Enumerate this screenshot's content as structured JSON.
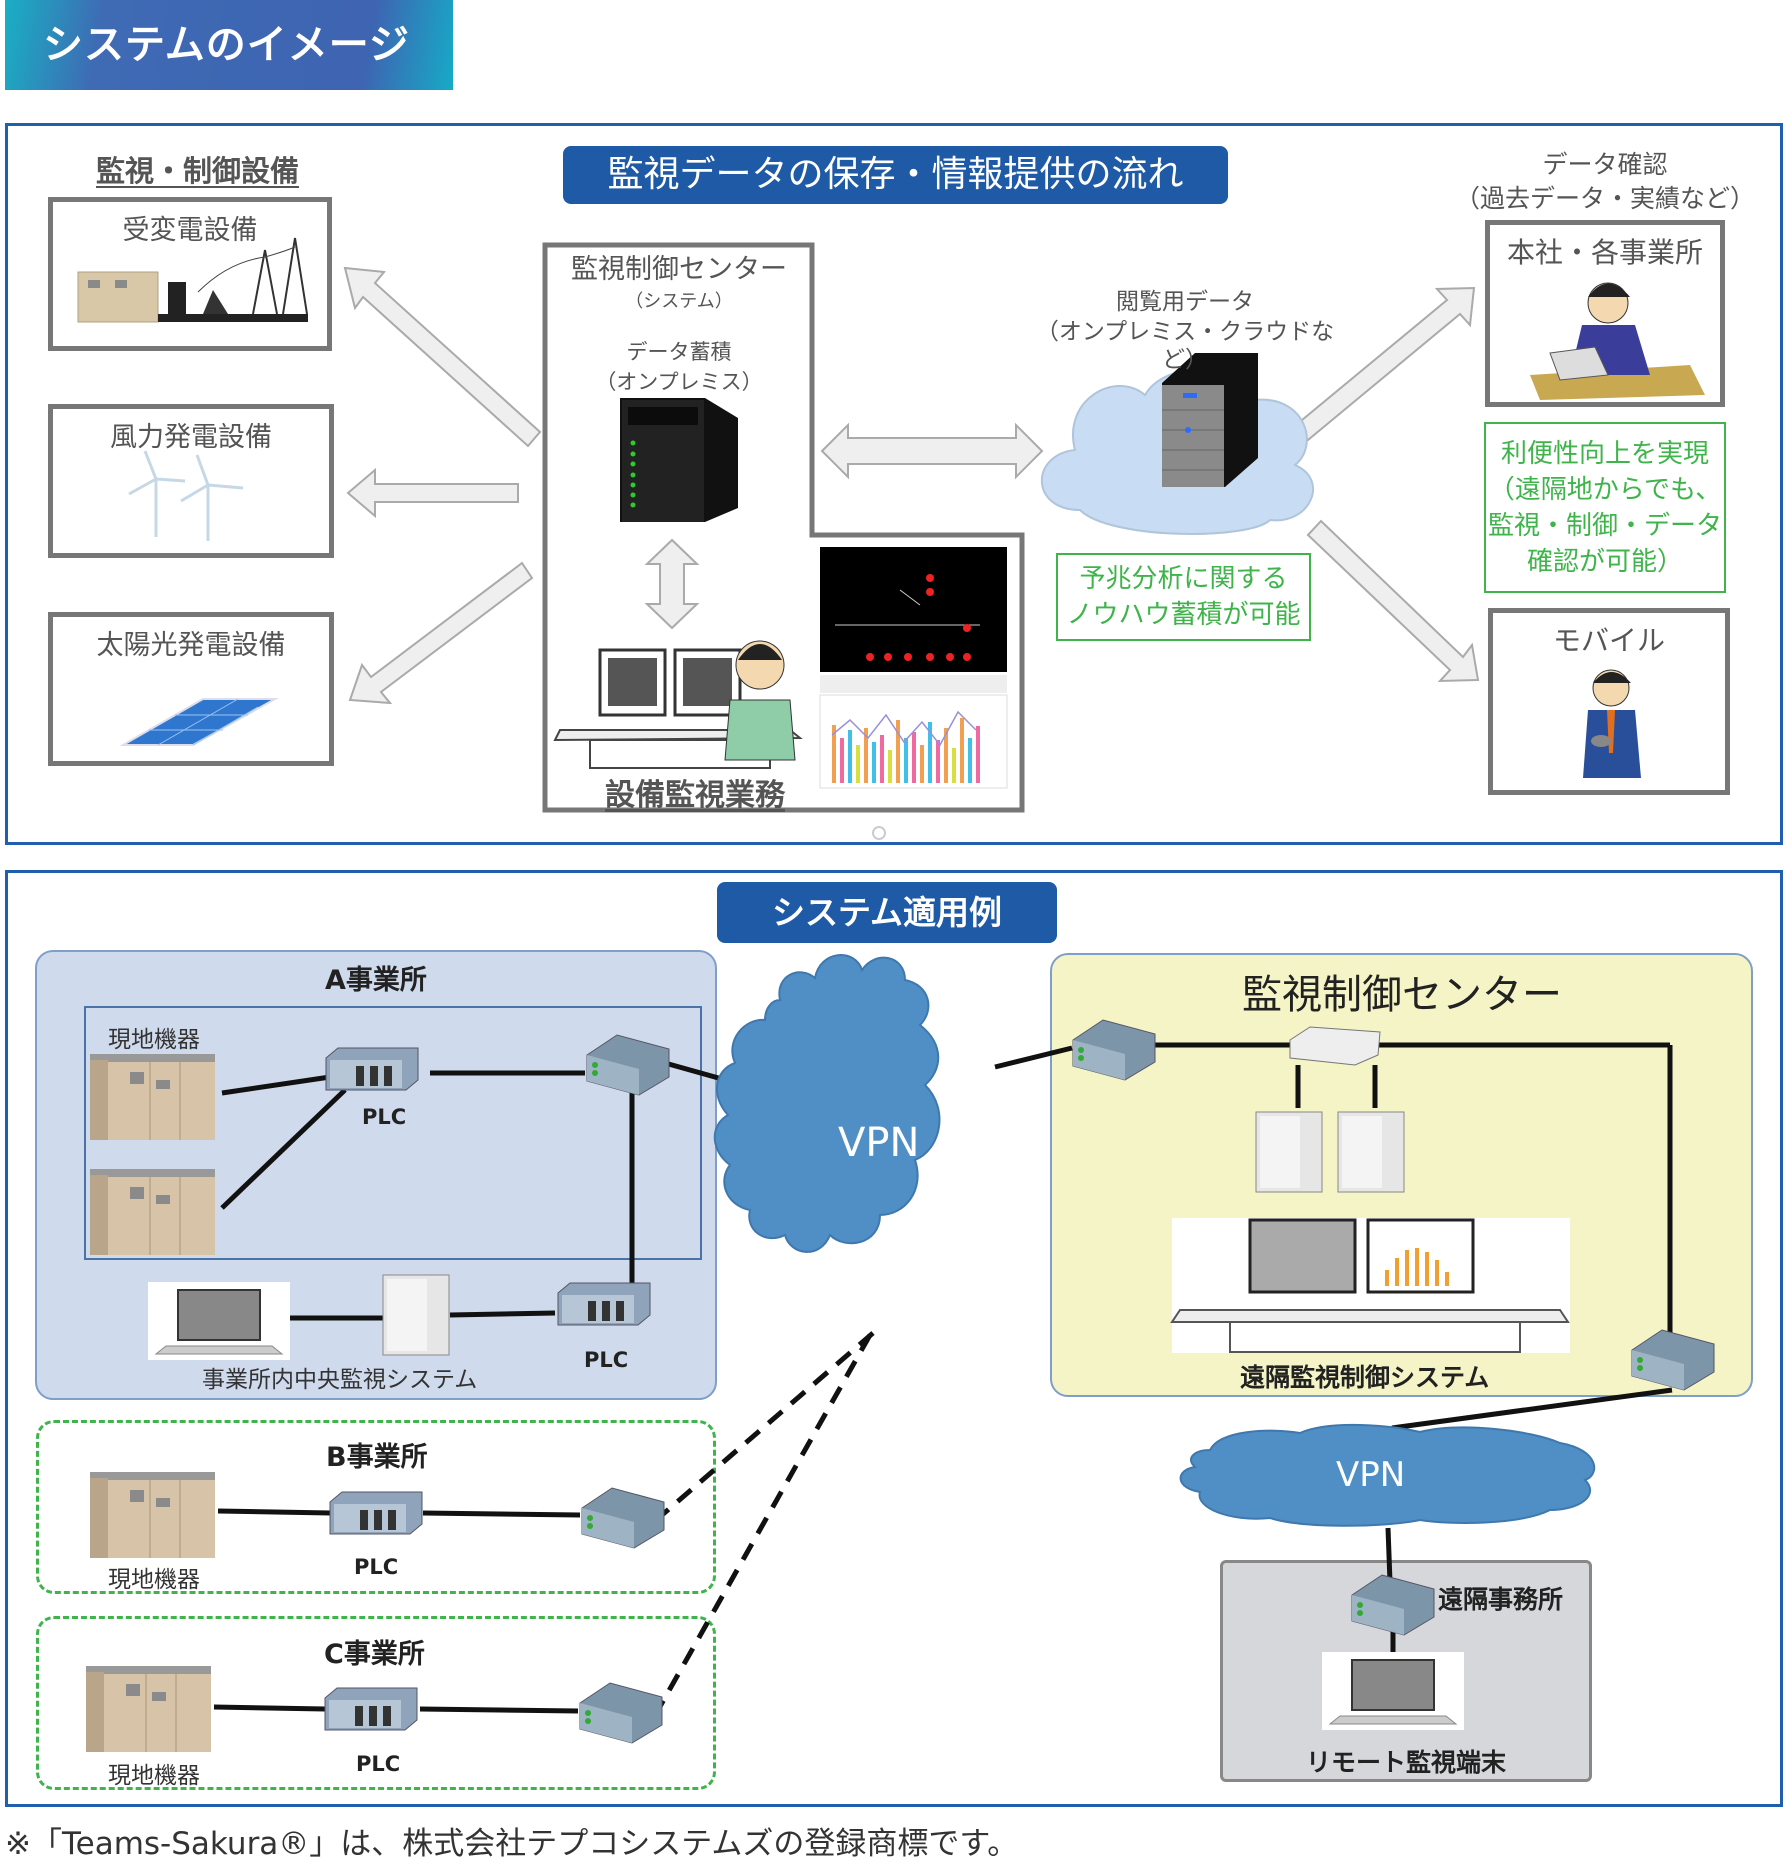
{
  "header": {
    "title": "システムのイメージ"
  },
  "flow": {
    "title": "監視データの保存・情報提供の流れ",
    "facilities": {
      "heading": "監視・制御設備",
      "items": [
        {
          "label": "受変電設備",
          "icon": "substation-icon"
        },
        {
          "label": "風力発電設備",
          "icon": "wind-turbine-icon"
        },
        {
          "label": "太陽光発電設備",
          "icon": "solar-panel-icon"
        }
      ]
    },
    "center": {
      "title": "監視制御センター",
      "subtitle": "（システム）",
      "storage_label": "データ蓄積",
      "storage_sub": "（オンプレミス）",
      "operator_label": "設備監視業務"
    },
    "cloud": {
      "label": "閲覧用データ",
      "sub": "（オンプレミス・クラウドなど）",
      "note_lines": [
        "予兆分析に関する",
        "ノウハウ蓄積が可能"
      ]
    },
    "right": {
      "caption_line1": "データ確認",
      "caption_line2": "（過去データ・実績など）",
      "office_label": "本社・各事業所",
      "mobile_label": "モバイル",
      "benefit_lines": [
        "利便性向上を実現",
        "（遠隔地からでも、",
        "監視・制御・データ",
        "確認が可能）"
      ]
    }
  },
  "example": {
    "title": "システム適用例",
    "site_a": {
      "title": "A事業所",
      "field_label": "現地機器",
      "plc_label": "PLC",
      "plc2_label": "PLC",
      "central_label": "事業所内中央監視システム"
    },
    "site_b": {
      "title": "B事業所",
      "field_label": "現地機器",
      "plc_label": "PLC"
    },
    "site_c": {
      "title": "C事業所",
      "field_label": "現地機器",
      "plc_label": "PLC"
    },
    "vpn_main": "VPN",
    "vpn_remote": "VPN",
    "center": {
      "title": "監視制御センター",
      "system_label": "遠隔監視制御システム"
    },
    "remote": {
      "office_label": "遠隔事務所",
      "terminal_label": "リモート監視端末"
    }
  },
  "footnote": "※「Teams-Sakura®」は、株式会社テプコシステムズの登録商標です。",
  "colors": {
    "accent_blue": "#1f5aa6",
    "green": "#3eb44a",
    "site_a_bg": "#cfdaec",
    "center_bg": "#f4f4c6",
    "vpn_cloud": "#4f8fc6"
  }
}
